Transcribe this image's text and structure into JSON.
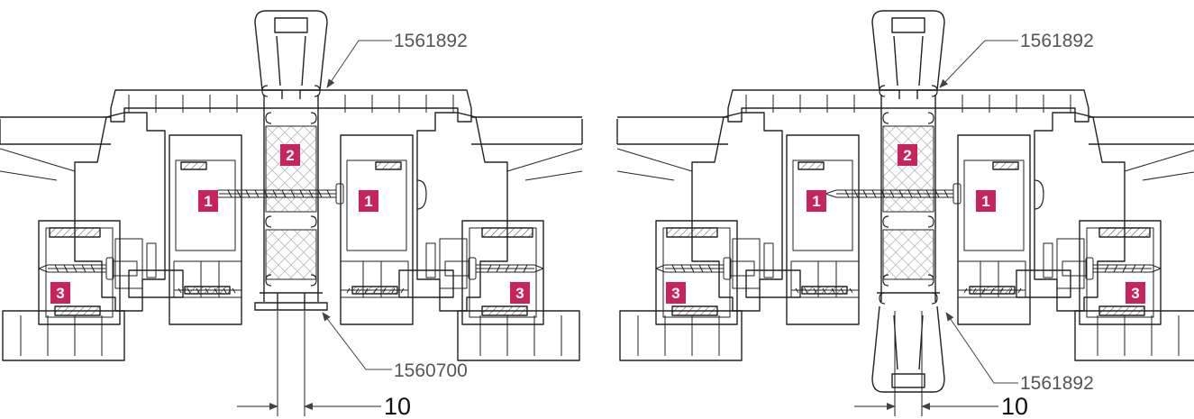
{
  "marker_color": "#c7245e",
  "drawings": [
    {
      "id": "left",
      "part_top": "1561892",
      "part_bottom": "1560700",
      "dimension": "10",
      "markers": [
        "1",
        "2",
        "1",
        "3",
        "3"
      ]
    },
    {
      "id": "right",
      "part_top": "1561892",
      "part_bottom": "1561892",
      "dimension": "10",
      "markers": [
        "1",
        "2",
        "1",
        "3",
        "3"
      ]
    }
  ]
}
